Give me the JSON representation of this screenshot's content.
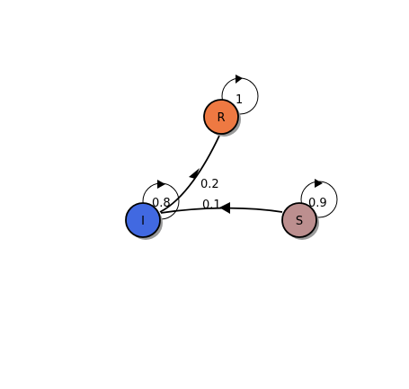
{
  "nodes": {
    "r": {
      "label": "R",
      "color": "#ee7942"
    },
    "i": {
      "label": "I",
      "color": "#4169e1"
    },
    "s": {
      "label": "S",
      "color": "#bc8f8f"
    }
  },
  "edges": {
    "i_to_r": "0.2",
    "s_to_i": "0.1",
    "r_loop": "1",
    "i_loop": "0.8",
    "s_loop": "0.9"
  }
}
